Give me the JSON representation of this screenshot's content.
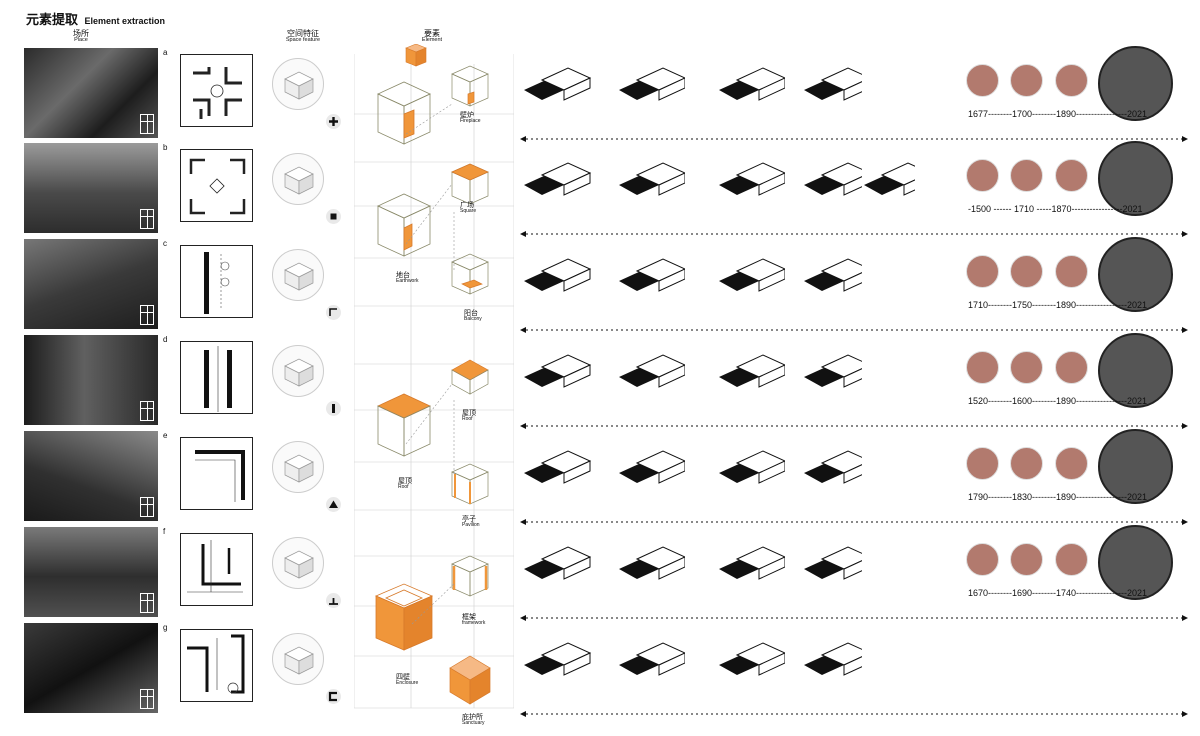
{
  "header": {
    "title_zh": "元素提取",
    "title_en": "Element extraction"
  },
  "columns": {
    "place": {
      "zh": "场所",
      "en": "Place"
    },
    "space": {
      "zh": "空间特征",
      "en": "Space feature"
    },
    "element": {
      "zh": "要素",
      "en": "Element"
    }
  },
  "rows": [
    {
      "letter": "a",
      "symbol": "plus-icon",
      "years": [
        "1677",
        "1700",
        "1890",
        "2021"
      ]
    },
    {
      "letter": "b",
      "symbol": "square-icon",
      "years": [
        "",
        "-1500",
        "1710",
        "1870",
        "2021"
      ]
    },
    {
      "letter": "c",
      "symbol": "corner-icon",
      "years": [
        "1710",
        "1750",
        "1890",
        "2021"
      ]
    },
    {
      "letter": "d",
      "symbol": "bar-icon",
      "years": [
        "1520",
        "1600",
        "1890",
        "2021"
      ]
    },
    {
      "letter": "e",
      "symbol": "triangle-icon",
      "years": [
        "1790",
        "1830",
        "1890",
        "2021"
      ]
    },
    {
      "letter": "f",
      "symbol": "t-shape-icon",
      "years": [
        "1670",
        "1690",
        "1740",
        "2021"
      ]
    },
    {
      "letter": "g",
      "symbol": "bracket-icon",
      "years": []
    }
  ],
  "history_years": [
    "1677--------1700--------1890-----------------2021",
    "-1500 ------ 1710 -----1870-----------------2021",
    "1710--------1750--------1890-----------------2021",
    "1520--------1600--------1890-----------------2021",
    "1790--------1830--------1890-----------------2021",
    "1670--------1690--------1740-----------------2021"
  ],
  "elements": [
    {
      "zh": "壁炉",
      "en": "Fireplace"
    },
    {
      "zh": "广场",
      "en": "Square"
    },
    {
      "zh": "地台",
      "en": "Earthwork"
    },
    {
      "zh": "阳台",
      "en": "Balcony"
    },
    {
      "zh": "屋顶",
      "en": "Roof"
    },
    {
      "zh": "屋顶",
      "en": "Roof"
    },
    {
      "zh": "亭子",
      "en": "Pavilion"
    },
    {
      "zh": "框架",
      "en": "framework"
    },
    {
      "zh": "四壁",
      "en": "Enclosure"
    },
    {
      "zh": "庇护所",
      "en": "Sanctuary"
    }
  ],
  "colors": {
    "accent": "#f0963a",
    "ink": "#111111",
    "photo_tint": "#b27a6e"
  }
}
